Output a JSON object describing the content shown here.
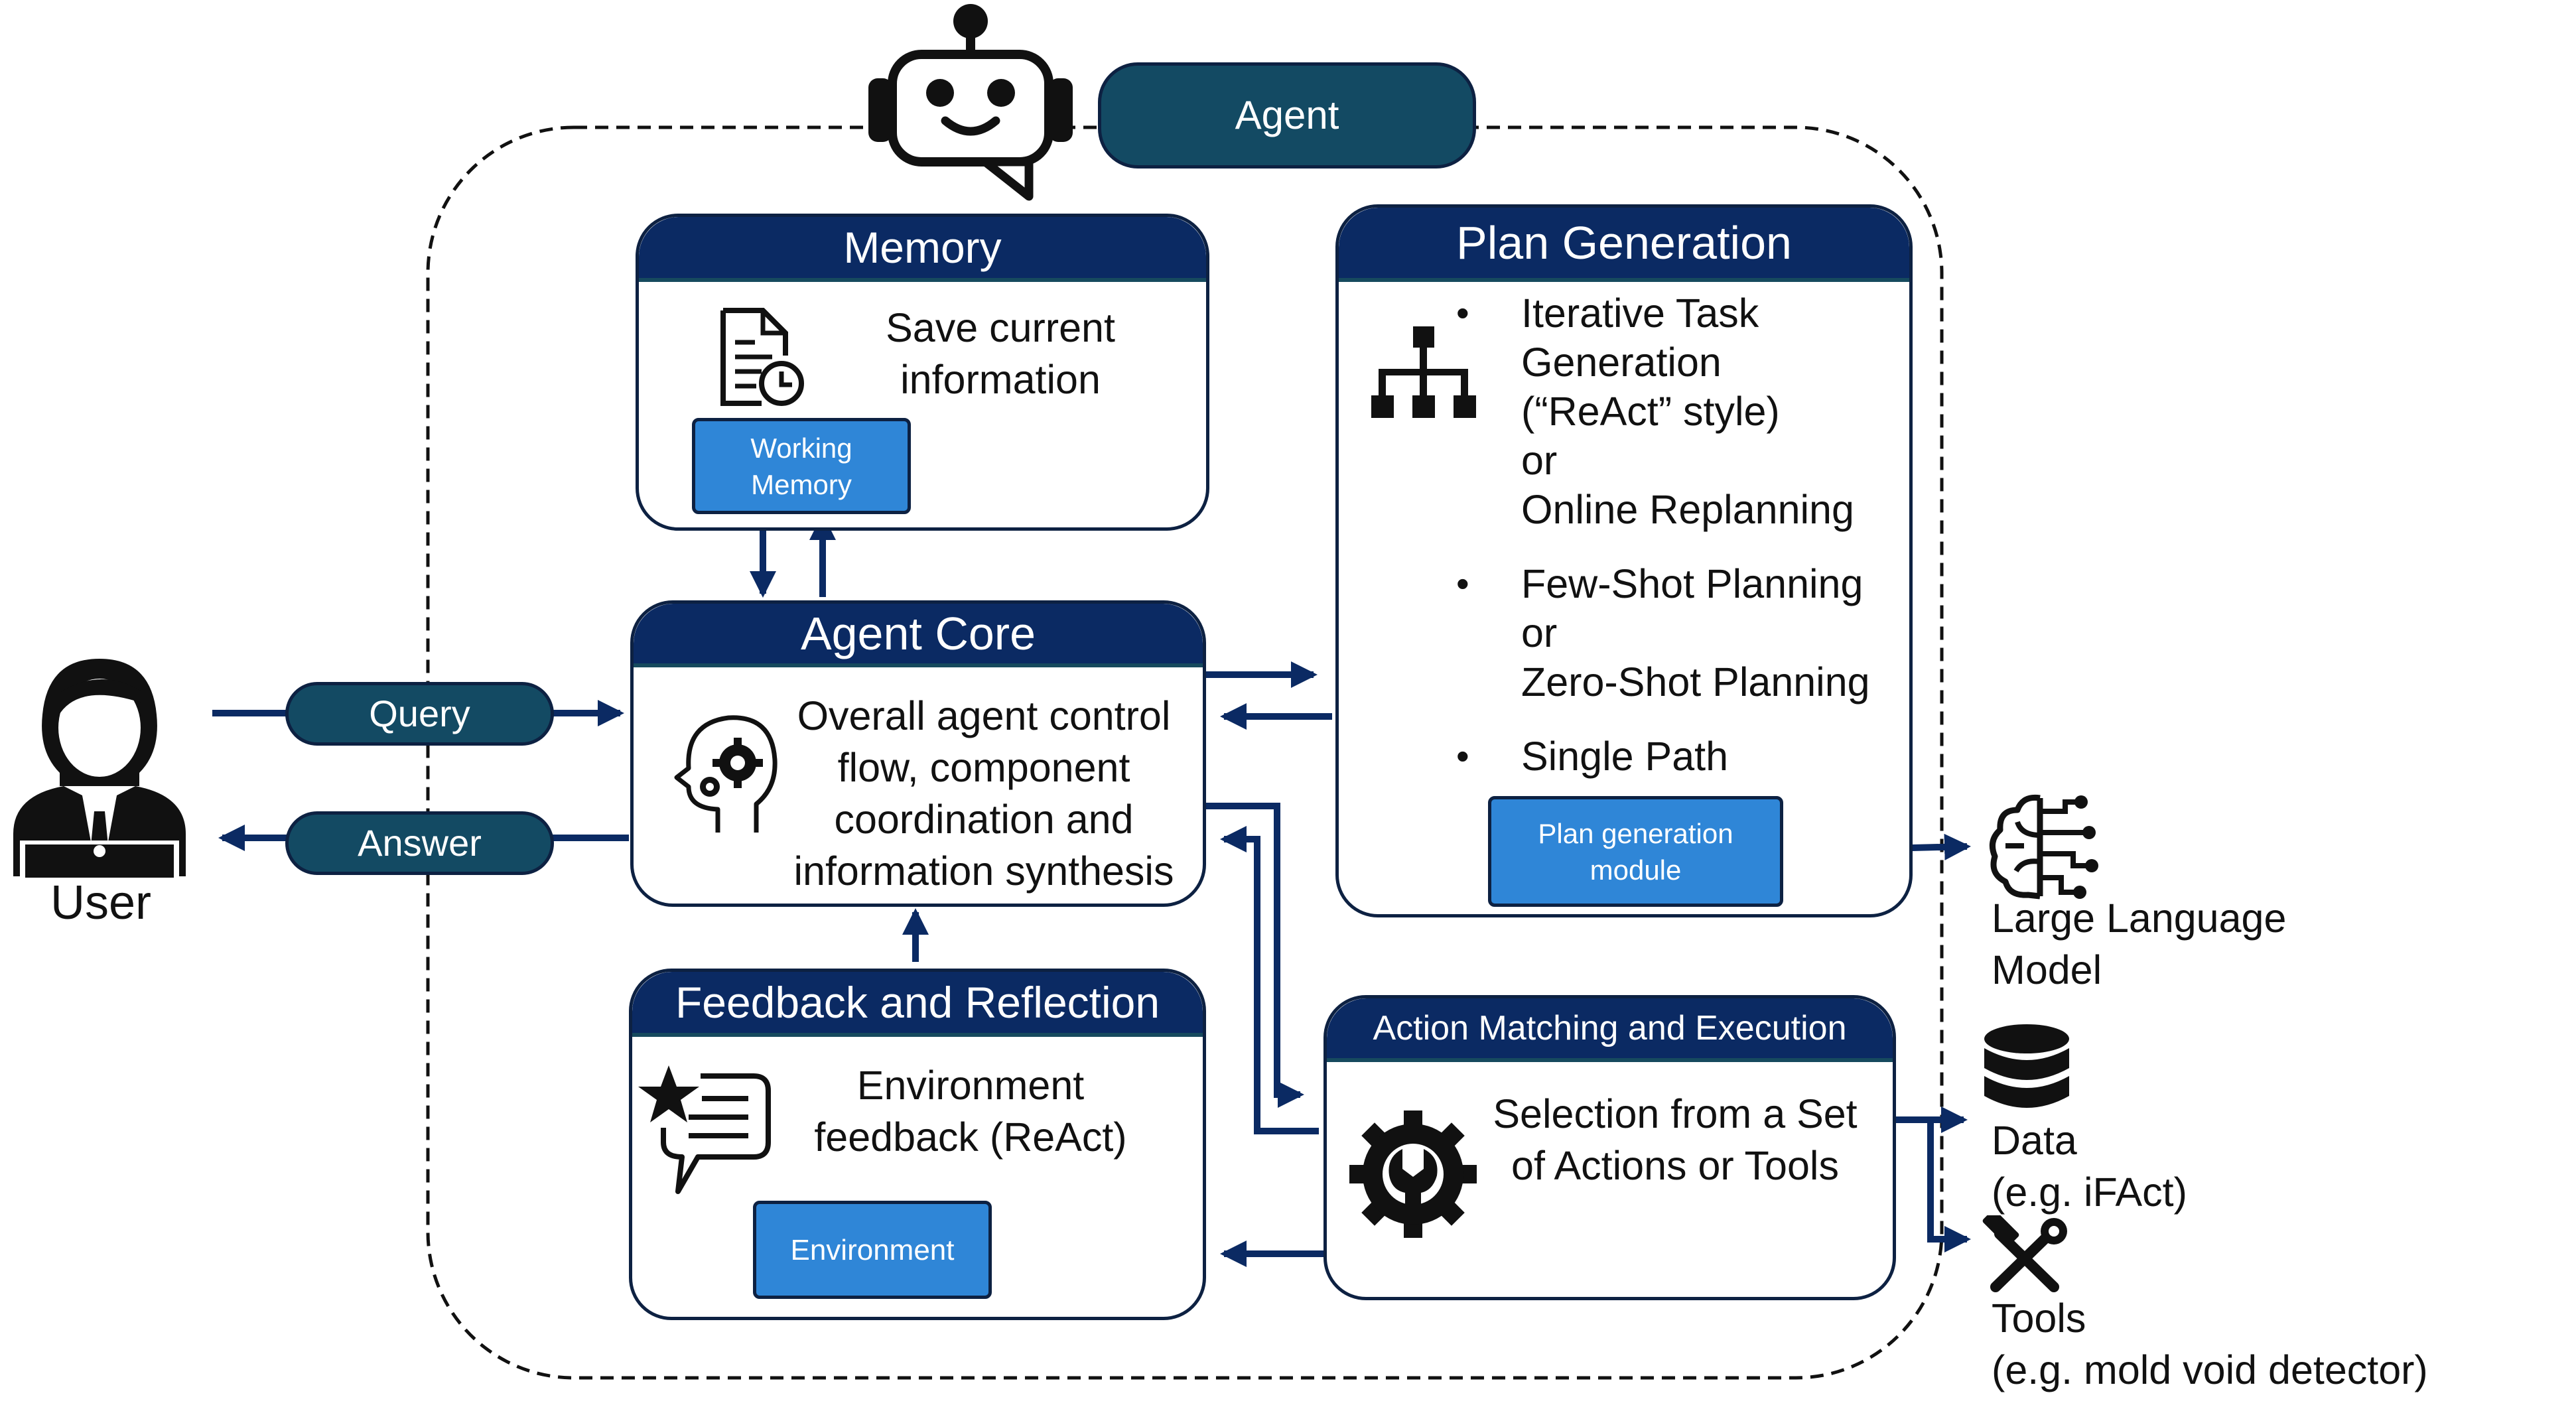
{
  "agent": {
    "label": "Agent"
  },
  "memory": {
    "title": "Memory",
    "text": "Save current information",
    "sub_label": "Working Memory"
  },
  "plan_generation": {
    "title": "Plan Generation",
    "bullets": [
      "Iterative Task\nGeneration\n(“ReAct” style)\nor\nOnline Replanning",
      "Few-Shot Planning\nor\nZero-Shot Planning",
      "Single Path"
    ],
    "sub_label": "Plan generation module"
  },
  "agent_core": {
    "title": "Agent Core",
    "text": "Overall agent control flow, component coordination and information synthesis"
  },
  "feedback": {
    "title": "Feedback and Reflection",
    "text": "Environment feedback (ReAct)",
    "sub_label": "Environment"
  },
  "action": {
    "title": "Action Matching and Execution",
    "text": "Selection from a Set of Actions or Tools"
  },
  "user": {
    "label": "User"
  },
  "query": {
    "label": "Query"
  },
  "answer": {
    "label": "Answer"
  },
  "external": {
    "llm": "Large Language Model",
    "data": "Data\n(e.g. iFAct)",
    "tools": "Tools\n(e.g. mold void detector)"
  },
  "colors": {
    "header": "#0b2a63",
    "pill": "#134a63",
    "sub_box": "#2f86d7",
    "arrow": "#0b2a63",
    "border": "#0d2142"
  },
  "icons": [
    "robot-icon",
    "document-clock-icon",
    "hierarchy-icon",
    "head-gears-icon",
    "feedback-star-icon",
    "gear-wrench-icon",
    "user-icon",
    "brain-circuit-icon",
    "database-icon",
    "hammer-wrench-icon"
  ]
}
